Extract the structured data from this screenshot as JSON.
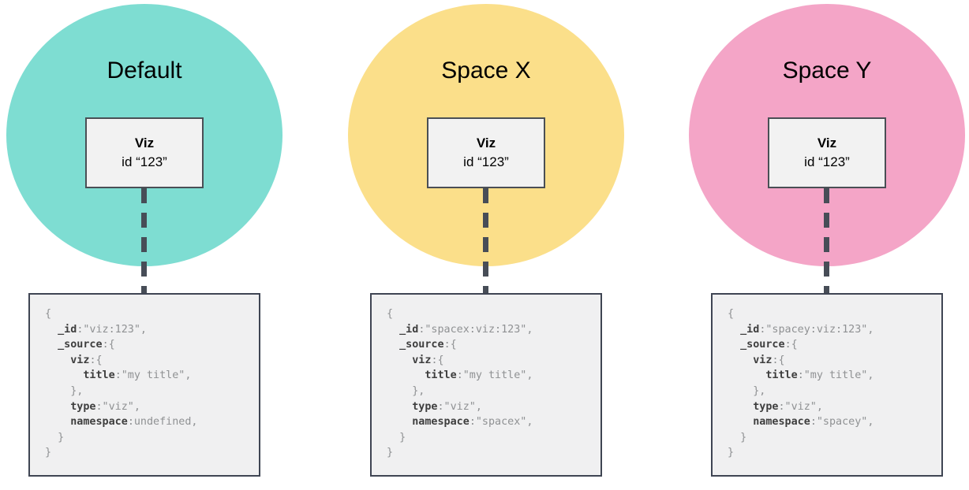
{
  "styles": {
    "dash_color": "#474d57",
    "card_bg": "#f2f2f2",
    "card_border": "#4a4f55",
    "code_bg": "#f0f0f1",
    "code_border": "#3f4553",
    "key_color": "#3e3e3e",
    "value_color": "#8f9193"
  },
  "columns": [
    {
      "space_label": "Default",
      "circle_color": "#7eddd2",
      "viz_card": {
        "title": "Viz",
        "id_line": "id “123”"
      },
      "doc_lines": [
        [
          [
            "p",
            "{"
          ]
        ],
        [
          [
            "p",
            "  "
          ],
          [
            "k",
            "_id"
          ],
          [
            "p",
            ":\"viz:123\","
          ]
        ],
        [
          [
            "p",
            "  "
          ],
          [
            "k",
            "_source"
          ],
          [
            "p",
            ":{"
          ]
        ],
        [
          [
            "p",
            "    "
          ],
          [
            "k",
            "viz"
          ],
          [
            "p",
            ":{"
          ]
        ],
        [
          [
            "p",
            "      "
          ],
          [
            "k",
            "title"
          ],
          [
            "p",
            ":\"my title\","
          ]
        ],
        [
          [
            "p",
            "    },"
          ]
        ],
        [
          [
            "p",
            "    "
          ],
          [
            "k",
            "type"
          ],
          [
            "p",
            ":\"viz\","
          ]
        ],
        [
          [
            "p",
            "    "
          ],
          [
            "k",
            "namespace"
          ],
          [
            "p",
            ":undefined,"
          ]
        ],
        [
          [
            "p",
            "  }"
          ]
        ],
        [
          [
            "p",
            "}"
          ]
        ]
      ]
    },
    {
      "space_label": "Space X",
      "circle_color": "#fbdf8a",
      "viz_card": {
        "title": "Viz",
        "id_line": "id “123”"
      },
      "doc_lines": [
        [
          [
            "p",
            "{"
          ]
        ],
        [
          [
            "p",
            "  "
          ],
          [
            "k",
            "_id"
          ],
          [
            "p",
            ":\"spacex:viz:123\","
          ]
        ],
        [
          [
            "p",
            "  "
          ],
          [
            "k",
            "_source"
          ],
          [
            "p",
            ":{"
          ]
        ],
        [
          [
            "p",
            "    "
          ],
          [
            "k",
            "viz"
          ],
          [
            "p",
            ":{"
          ]
        ],
        [
          [
            "p",
            "      "
          ],
          [
            "k",
            "title"
          ],
          [
            "p",
            ":\"my title\","
          ]
        ],
        [
          [
            "p",
            "    },"
          ]
        ],
        [
          [
            "p",
            "    "
          ],
          [
            "k",
            "type"
          ],
          [
            "p",
            ":\"viz\","
          ]
        ],
        [
          [
            "p",
            "    "
          ],
          [
            "k",
            "namespace"
          ],
          [
            "p",
            ":\"spacex\","
          ]
        ],
        [
          [
            "p",
            "  }"
          ]
        ],
        [
          [
            "p",
            "}"
          ]
        ]
      ]
    },
    {
      "space_label": "Space Y",
      "circle_color": "#f4a5c7",
      "viz_card": {
        "title": "Viz",
        "id_line": "id “123”"
      },
      "doc_lines": [
        [
          [
            "p",
            "{"
          ]
        ],
        [
          [
            "p",
            "  "
          ],
          [
            "k",
            "_id"
          ],
          [
            "p",
            ":\"spacey:viz:123\","
          ]
        ],
        [
          [
            "p",
            "  "
          ],
          [
            "k",
            "_source"
          ],
          [
            "p",
            ":{"
          ]
        ],
        [
          [
            "p",
            "    "
          ],
          [
            "k",
            "viz"
          ],
          [
            "p",
            ":{"
          ]
        ],
        [
          [
            "p",
            "      "
          ],
          [
            "k",
            "title"
          ],
          [
            "p",
            ":\"my title\","
          ]
        ],
        [
          [
            "p",
            "    },"
          ]
        ],
        [
          [
            "p",
            "    "
          ],
          [
            "k",
            "type"
          ],
          [
            "p",
            ":\"viz\","
          ]
        ],
        [
          [
            "p",
            "    "
          ],
          [
            "k",
            "namespace"
          ],
          [
            "p",
            ":\"spacey\","
          ]
        ],
        [
          [
            "p",
            "  }"
          ]
        ],
        [
          [
            "p",
            "}"
          ]
        ]
      ]
    }
  ]
}
